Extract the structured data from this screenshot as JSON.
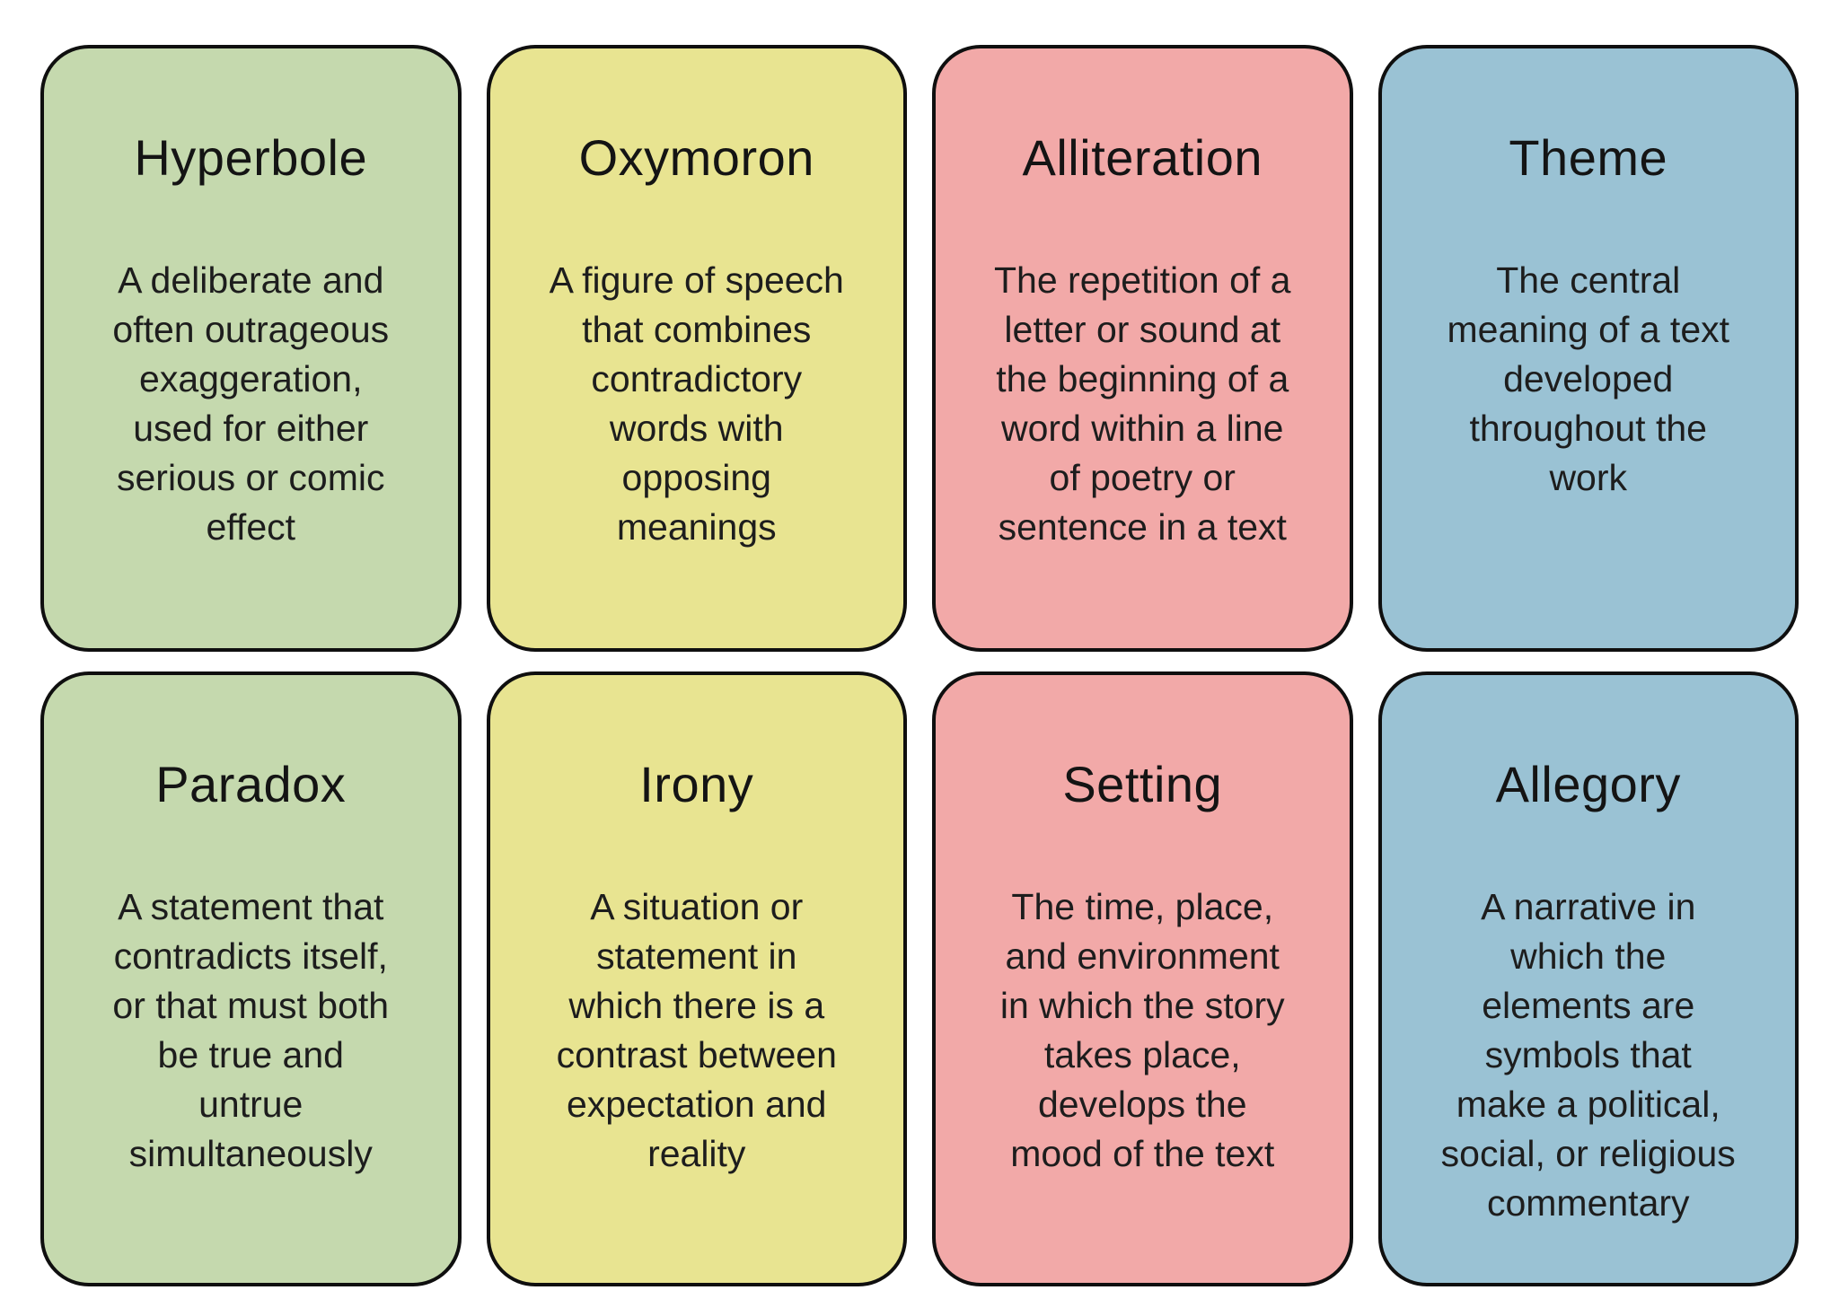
{
  "page": {
    "background": "#ffffff",
    "card_border_color": "#0f0f0f",
    "text_color": "#1d1d1d"
  },
  "palette": {
    "green": "#c5d9ae",
    "yellow": "#e8e491",
    "pink": "#f2a9a8",
    "blue": "#9ac2d4"
  },
  "cards": [
    {
      "term": "Hyperbole",
      "definition": "A deliberate and\noften outrageous\nexaggeration,\nused for either\nserious or comic\neffect",
      "color": "#c5d9ae"
    },
    {
      "term": "Oxymoron",
      "definition": "A figure of speech\nthat combines\ncontradictory\nwords with\nopposing\nmeanings",
      "color": "#e8e491"
    },
    {
      "term": "Alliteration",
      "definition": "The repetition of a\nletter or sound at\nthe beginning of a\nword within a line\nof poetry or\nsentence in a text",
      "color": "#f2a9a8"
    },
    {
      "term": "Theme",
      "definition": "The central\nmeaning of a text\ndeveloped\nthroughout the\nwork",
      "color": "#9ac2d4"
    },
    {
      "term": "Paradox",
      "definition": "A statement that\ncontradicts itself,\nor that must both\nbe true and\nuntrue\nsimultaneously",
      "color": "#c5d9ae"
    },
    {
      "term": "Irony",
      "definition": "A situation or\nstatement in\nwhich there is a\ncontrast between\nexpectation and\nreality",
      "color": "#e8e491"
    },
    {
      "term": "Setting",
      "definition": "The time, place,\nand environment\nin which the story\ntakes place,\ndevelops the\nmood of the text",
      "color": "#f2a9a8"
    },
    {
      "term": "Allegory",
      "definition": "A narrative in\nwhich the\nelements are\nsymbols that\nmake a political,\nsocial, or religious\ncommentary",
      "color": "#9ac2d4"
    }
  ]
}
